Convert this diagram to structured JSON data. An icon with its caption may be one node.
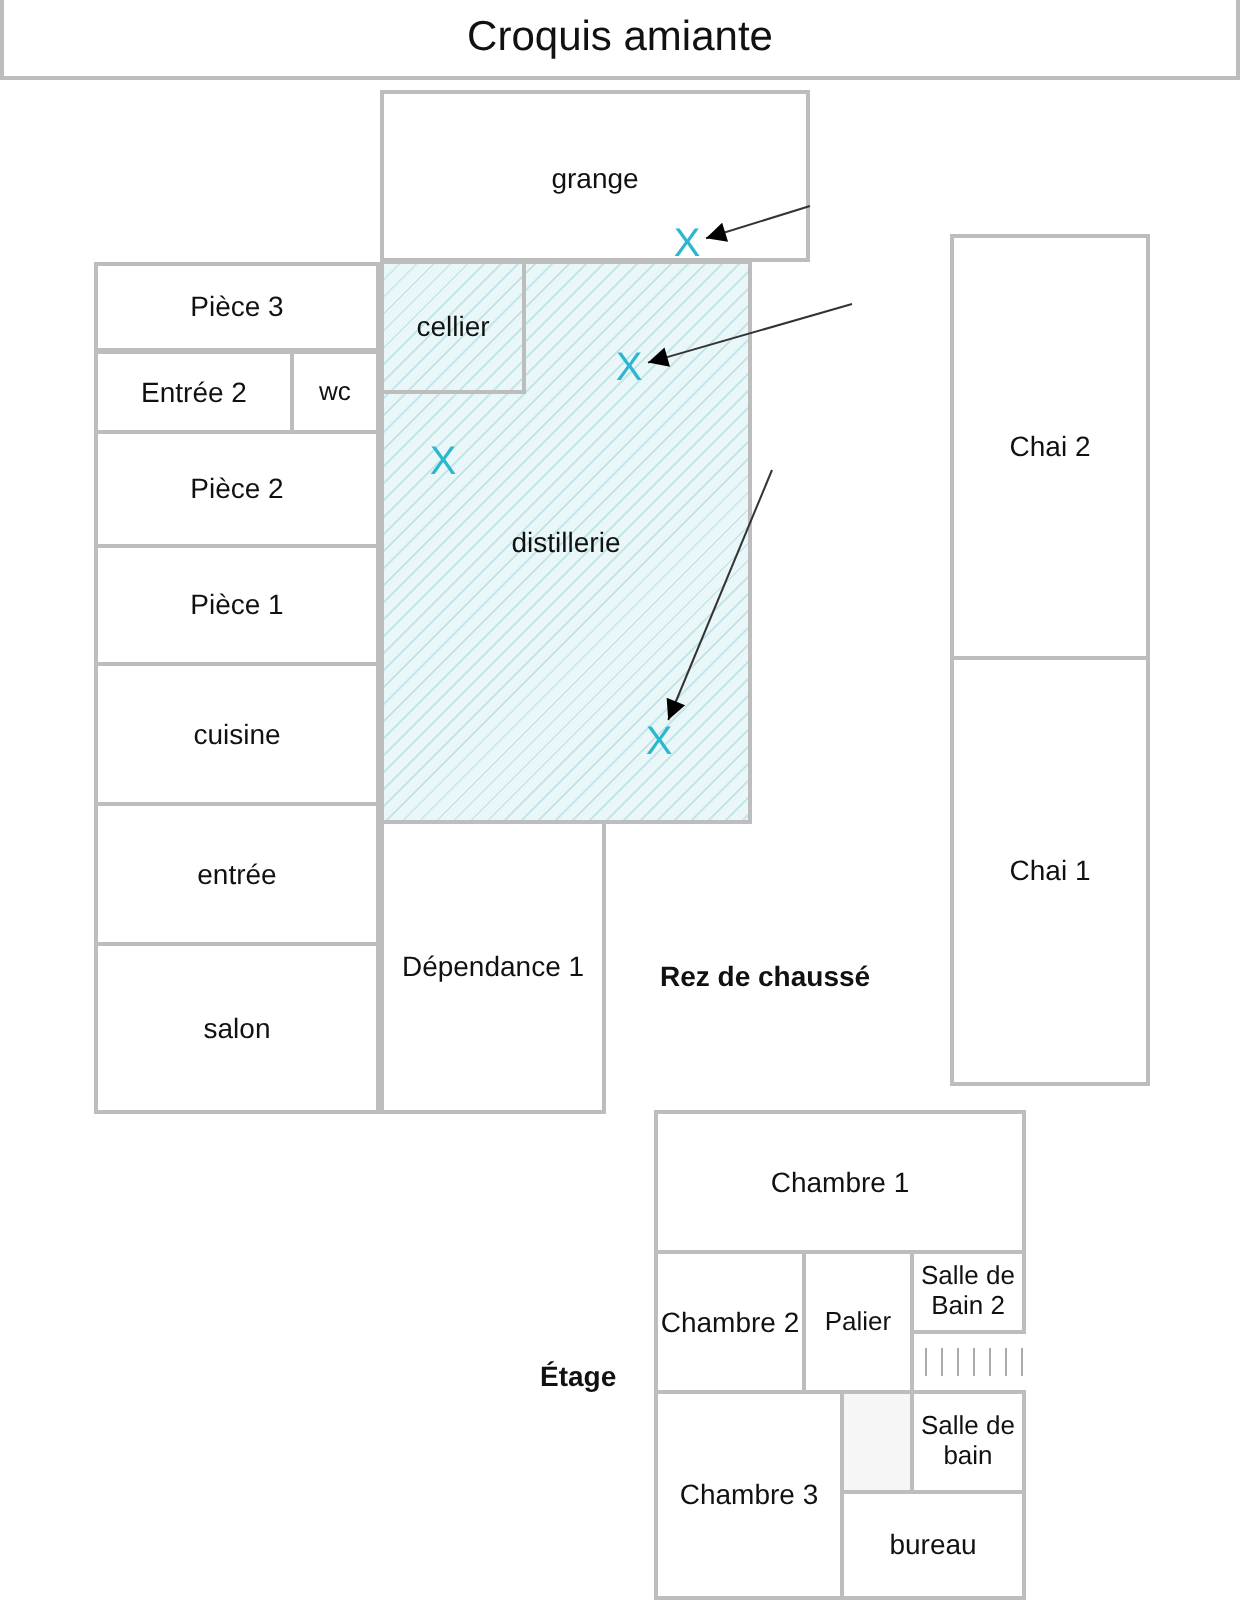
{
  "diagram": {
    "title": "Croquis amiante",
    "nodes": [
      {
        "text": [
          "grange"
        ]
      },
      {
        "text": [
          "Pièce 3"
        ]
      },
      {
        "text": [
          "distillerie"
        ]
      },
      {
        "text": [
          "cellier"
        ],
        "in": 2
      },
      {
        "text": [
          "Chai 2"
        ]
      },
      {
        "text": [
          "Entrée 2"
        ]
      },
      {
        "text": [
          "wc"
        ]
      },
      {
        "text": [
          "Pièce 2"
        ]
      },
      {
        "text": [
          "Pièce 1"
        ]
      },
      {
        "text": [
          "cuisine"
        ]
      },
      {
        "text": [
          "Chai 1"
        ]
      },
      {
        "text": [
          "entrée"
        ]
      },
      {
        "text": [
          "Dépendance 1"
        ]
      },
      {
        "text": [
          "salon"
        ]
      },
      {
        "text": [
          "Chambre 1"
        ]
      },
      {
        "text": [
          "Chambre 2"
        ]
      },
      {
        "text": [
          "Palier"
        ]
      },
      {
        "text": [
          "Salle de Bain 2"
        ]
      },
      {
        "text": [
          "Chambre 3"
        ]
      },
      {
        "text": [],
        "shape": "box"
      },
      {
        "text": [
          "Salle de bain"
        ]
      },
      {
        "text": [
          "bureau"
        ]
      },
      {
        "text": [
          "X"
        ],
        "in": 0
      },
      {
        "text": [
          "X"
        ],
        "in": 2
      },
      {
        "text": [
          "X"
        ],
        "in": 2
      },
      {
        "text": [
          "X"
        ],
        "in": 2
      }
    ],
    "edges": [
      {
        "from": null,
        "to": 22,
        "arrow": "to"
      },
      {
        "from": null,
        "to": 23,
        "arrow": "to"
      },
      {
        "from": null,
        "to": 25,
        "arrow": "to"
      }
    ],
    "labels": [
      "Rez de chaussé",
      "Étage"
    ]
  }
}
